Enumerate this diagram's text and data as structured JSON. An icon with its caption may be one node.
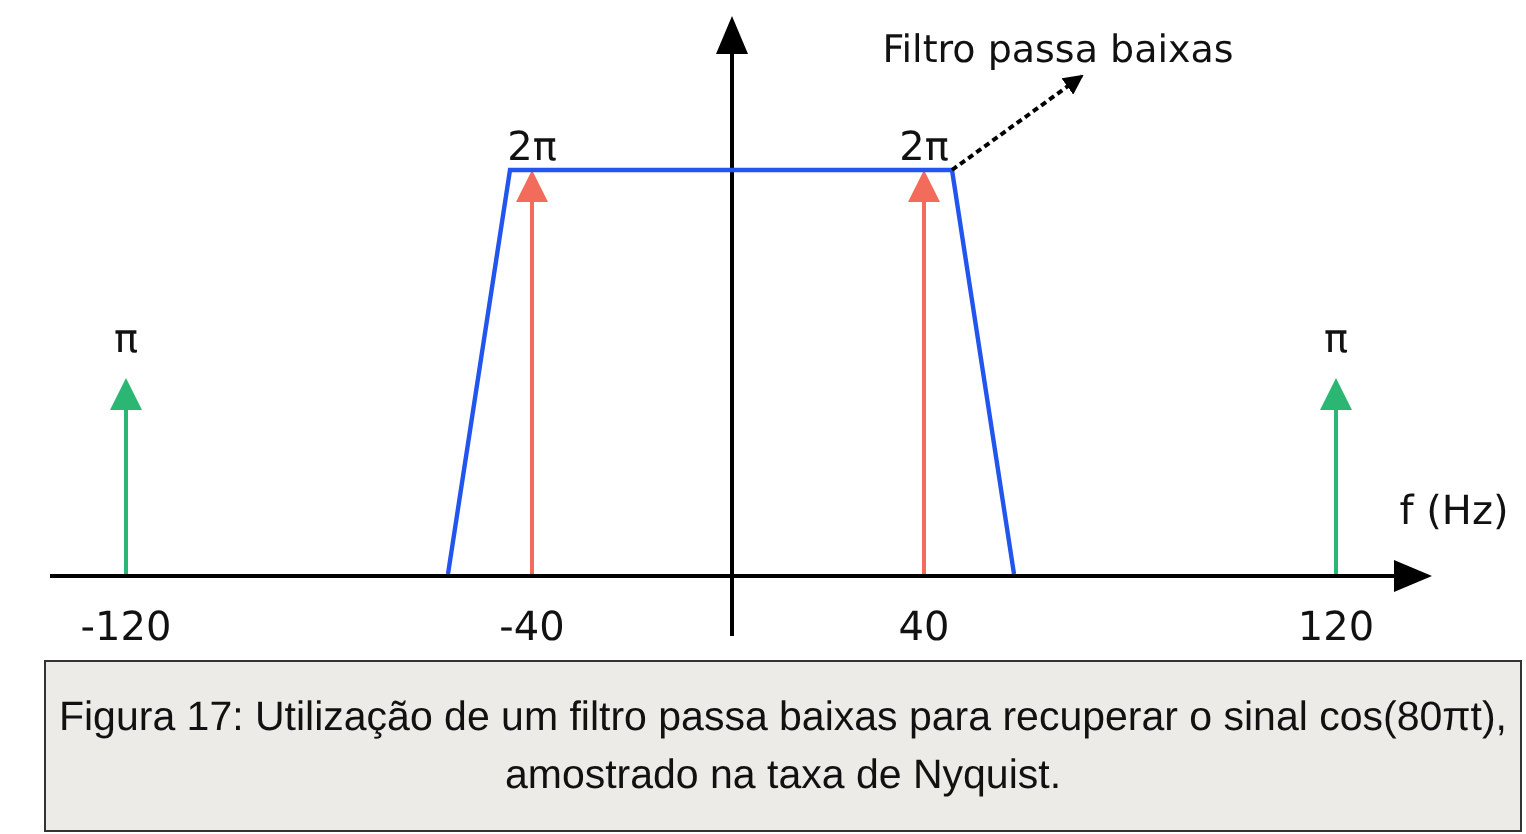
{
  "diagram": {
    "caption": "Figura 17: Utilização de um filtro passa baixas para recuperar o sinal cos(80πt), amostrado na taxa de Nyquist.",
    "nodes": [
      {
        "text": [
          "Filtro passa baixas"
        ]
      },
      {
        "text": [],
        "shape": "trapezoid"
      }
    ],
    "edges": [
      {
        "from": 1,
        "to": 0,
        "arrow": "to",
        "style": "dashed"
      }
    ],
    "labels": [
      "2π",
      "2π",
      "π",
      "π",
      "f (Hz)",
      "-120",
      "-40",
      "40",
      "120"
    ]
  }
}
